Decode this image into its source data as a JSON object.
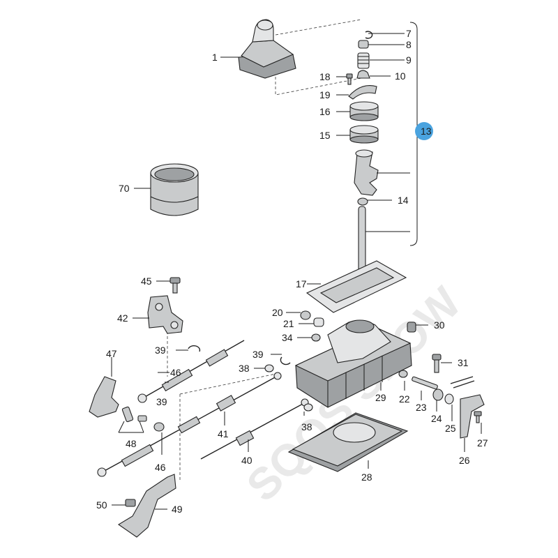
{
  "watermark": "SQQS SHOW",
  "callout_highlight_color": "#4aa3df",
  "labels": {
    "l1": "1",
    "l7": "7",
    "l8": "8",
    "l9": "9",
    "l10": "10",
    "l18": "18",
    "l19": "19",
    "l16": "16",
    "l15": "15",
    "l13": "13",
    "l14": "14",
    "l70": "70",
    "l17": "17",
    "l45": "45",
    "l42": "42",
    "l20": "20",
    "l21": "21",
    "l30": "30",
    "l34": "34",
    "l39a": "39",
    "l39b": "39",
    "l39c": "39",
    "l47": "47",
    "l46a": "46",
    "l46b": "46",
    "l38a": "38",
    "l38b": "38",
    "l31": "31",
    "l29": "29",
    "l22": "22",
    "l23": "23",
    "l24": "24",
    "l25": "25",
    "l27": "27",
    "l26": "26",
    "l41": "41",
    "l40": "40",
    "l48": "48",
    "l28": "28",
    "l50": "50",
    "l49": "49"
  }
}
